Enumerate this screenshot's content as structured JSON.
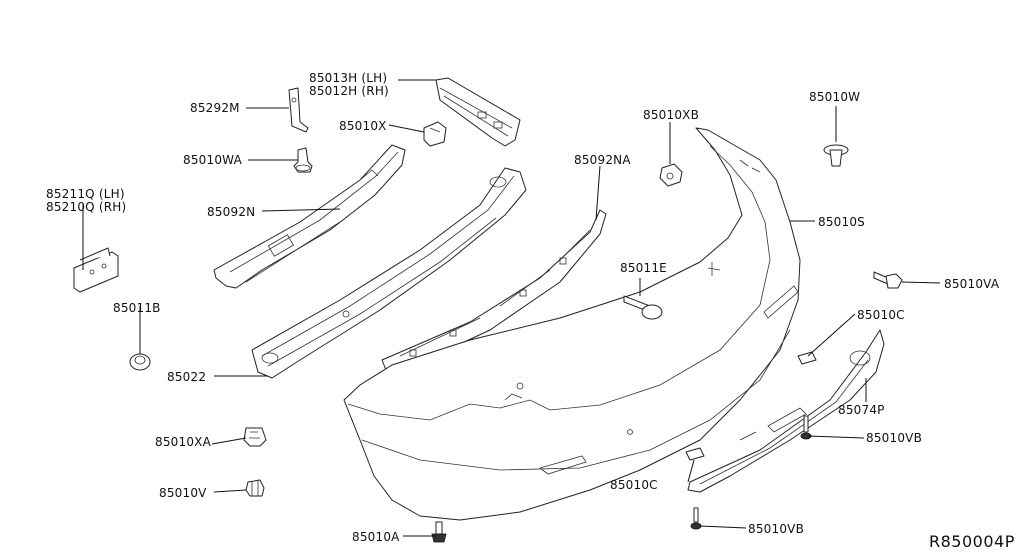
{
  "diagram_code": "R850004P",
  "labels": {
    "p85013H": "85013H (LH)",
    "p85012H": "85012H (RH)",
    "p85292M": "85292M",
    "p85010X": "85010X",
    "p85010WA": "85010WA",
    "p85211Q": "85211Q (LH)",
    "p85210Q": "85210Q (RH)",
    "p85092N": "85092N",
    "p85011B": "85011B",
    "p85022": "85022",
    "p85010XA": "85010XA",
    "p85010V": "85010V",
    "p85010A": "85010A",
    "p85092NA": "85092NA",
    "p85010XB": "85010XB",
    "p85011E": "85011E",
    "p85010W": "85010W",
    "p85010S": "85010S",
    "p85010VA": "85010VA",
    "p85010C_upper": "85010C",
    "p85074P": "85074P",
    "p85010VB_upper": "85010VB",
    "p85010C_lower": "85010C",
    "p85010VB_lower": "85010VB"
  }
}
